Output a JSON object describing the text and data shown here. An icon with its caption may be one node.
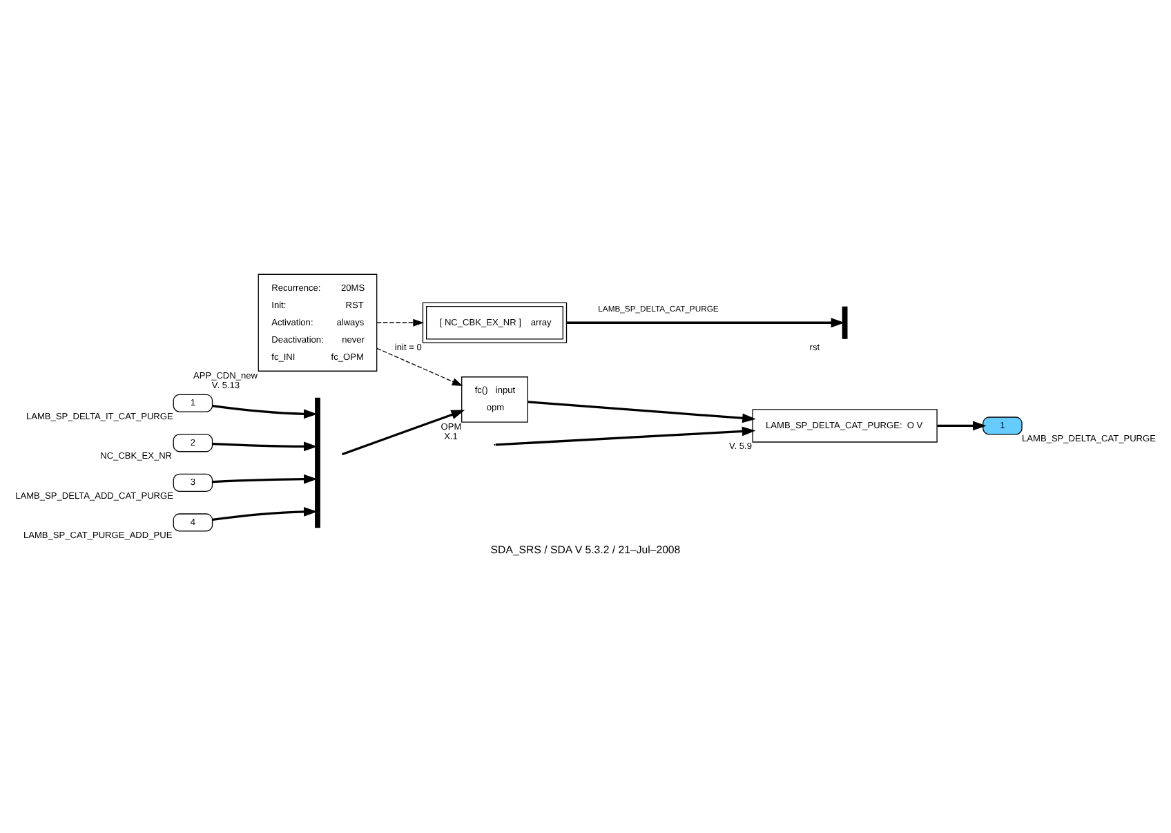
{
  "diagram": {
    "caption": "SDA_SRS / SDA V 5.3.2 / 21–Jul–2008",
    "nodes": [
      {
        "text": [
          "Recurrence:",
          "20MS",
          "Init:",
          "RST",
          "Activation:",
          "always",
          "Deactivation:",
          "never",
          "fc_INI",
          "fc_OPM"
        ],
        "beside": [
          "APP_CDN_new",
          "V. 5.13"
        ]
      },
      {
        "text": [
          "[ NC_CBK_EX_NR ]",
          "array"
        ],
        "beside": [
          "init = 0"
        ]
      },
      {
        "text": [],
        "shape": "bar",
        "beside": [
          "rst"
        ]
      },
      {
        "text": [
          "1"
        ],
        "beside": [
          "LAMB_SP_DELTA_IT_CAT_PURGE"
        ]
      },
      {
        "text": [
          "2"
        ],
        "beside": [
          "NC_CBK_EX_NR"
        ]
      },
      {
        "text": [
          "3"
        ],
        "beside": [
          "LAMB_SP_DELTA_ADD_CAT_PURGE"
        ]
      },
      {
        "text": [
          "4"
        ],
        "beside": [
          "LAMB_SP_CAT_PURGE_ADD_PUE"
        ]
      },
      {
        "text": [],
        "shape": "bar"
      },
      {
        "text": [
          "fc()",
          "input",
          "opm"
        ],
        "beside": [
          "OPM",
          "X.1"
        ]
      },
      {
        "text": [
          "LAMB_SP_DELTA_CAT_PURGE:  O V"
        ],
        "beside": [
          "V. 5.9"
        ]
      },
      {
        "text": [
          "1"
        ],
        "beside": [
          "LAMB_SP_DELTA_CAT_PURGE"
        ]
      }
    ],
    "edges": [
      {
        "from": 0,
        "to": 1,
        "arrow": "to",
        "style": "dashed"
      },
      {
        "from": 0,
        "to": 8,
        "arrow": "to",
        "style": "dashed"
      },
      {
        "from": 1,
        "to": 2,
        "arrow": "to",
        "label": "LAMB_SP_DELTA_CAT_PURGE"
      },
      {
        "from": 3,
        "to": 7,
        "arrow": "to"
      },
      {
        "from": 4,
        "to": 7,
        "arrow": "to"
      },
      {
        "from": 5,
        "to": 7,
        "arrow": "to"
      },
      {
        "from": 6,
        "to": 7,
        "arrow": "to"
      },
      {
        "from": 7,
        "to": 8,
        "arrow": "to"
      },
      {
        "from": 8,
        "to": 9,
        "arrow": "to"
      },
      {
        "from": null,
        "to": 9,
        "arrow": "to"
      },
      {
        "from": 9,
        "to": 10,
        "arrow": "to"
      }
    ]
  }
}
